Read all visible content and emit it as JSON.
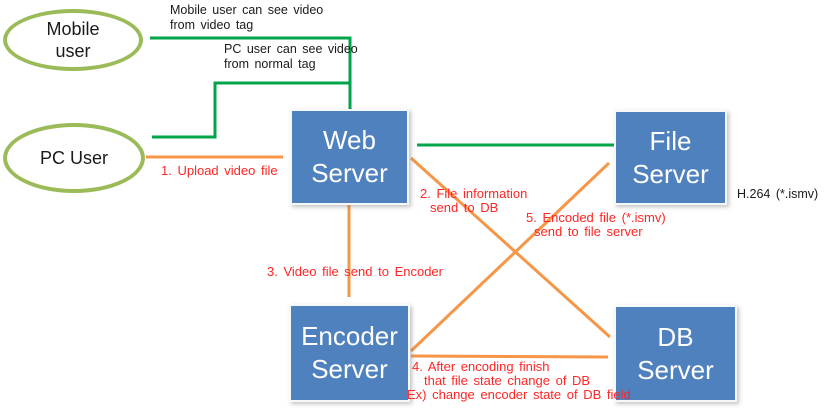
{
  "actors": [
    {
      "label": "Mobile user"
    },
    {
      "label": "PC User"
    }
  ],
  "servers": [
    {
      "label": "Web Server"
    },
    {
      "label": "File Server"
    },
    {
      "label": "Encoder Server"
    },
    {
      "label": "DB Server"
    }
  ],
  "annotations": {
    "mobile_view": {
      "lines": [
        "Mobile user can see video",
        "from video tag"
      ]
    },
    "pc_view": {
      "lines": [
        "PC user can see video",
        "from normal tag"
      ]
    },
    "step1": {
      "lines": [
        "1. Upload video file"
      ]
    },
    "step2": {
      "lines": [
        "2. File information",
        "send to DB"
      ]
    },
    "step3": {
      "lines": [
        "3. Video file send to Encoder"
      ]
    },
    "step4": {
      "lines": [
        "4. After encoding finish",
        "that file state change of DB",
        "Ex) change encoder state of DB field"
      ]
    },
    "step5": {
      "lines": [
        "5. Encoded file (*.ismv)",
        "send to file server"
      ]
    },
    "format": {
      "lines": [
        "H.264 (*.ismv)"
      ]
    }
  },
  "edges": [
    {
      "from": "PC User",
      "to": "Web Server",
      "style": "orange",
      "label": "1. Upload video file"
    },
    {
      "from": "Web Server",
      "to": "DB Server",
      "style": "orange",
      "label": "2. File information send to DB"
    },
    {
      "from": "Web Server",
      "to": "Encoder Server",
      "style": "orange",
      "label": "3. Video file send to Encoder"
    },
    {
      "from": "Encoder Server",
      "to": "DB Server",
      "style": "orange",
      "label": "4. After encoding finish that file state change of DB"
    },
    {
      "from": "Encoder Server",
      "to": "File Server",
      "style": "orange",
      "label": "5. Encoded file (*.ismv) send to file server"
    },
    {
      "from": "File Server",
      "to": "Web Server",
      "style": "green",
      "label": ""
    },
    {
      "from": "Web Server",
      "to": "Mobile user",
      "style": "green",
      "label": "Mobile user can see video from video tag"
    },
    {
      "from": "Web Server",
      "to": "PC User",
      "style": "green",
      "label": "PC user can see video from normal tag"
    }
  ],
  "colors": {
    "server_box": "#4e81bd",
    "actor_border": "#9bbb59",
    "process_arrow": "#f79646",
    "view_arrow": "#00a44a",
    "step_label": "#ff2626",
    "note_label": "#1a1a1a"
  }
}
